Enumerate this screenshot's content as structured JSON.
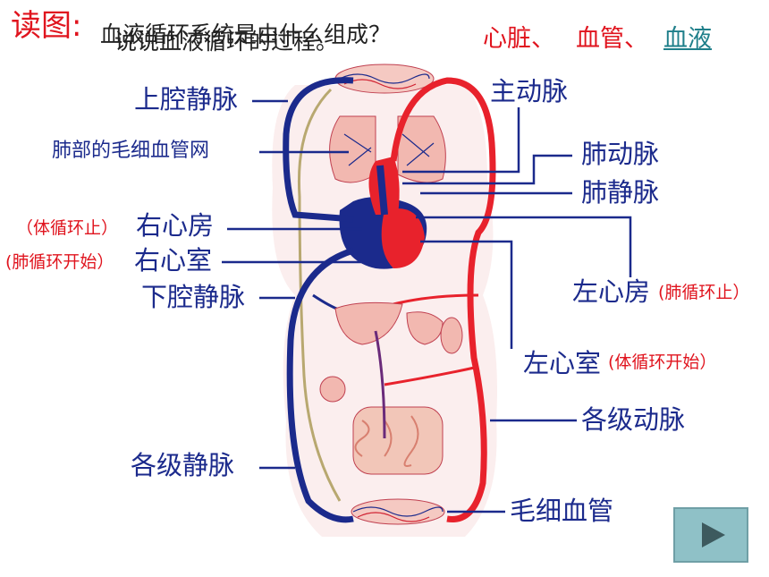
{
  "header": {
    "read_label": "读图:",
    "question_a": "血液循环系统是由什么组成？",
    "question_b": "说说血液循环的过程。",
    "answer_heart": "心脏、",
    "answer_vessel": "血管、",
    "answer_blood": "血液"
  },
  "labels": {
    "superior_vena_cava": "上腔静脉",
    "lung_capillaries": "肺部的毛细血管网",
    "right_atrium": "右心房",
    "right_atrium_note": "（体循环止）",
    "right_ventricle": "右心室",
    "right_ventricle_note": "(肺循环开始）",
    "inferior_vena_cava": "下腔静脉",
    "veins": "各级静脉",
    "aorta": "主动脉",
    "pulmonary_artery": "肺动脉",
    "pulmonary_vein": "肺静脉",
    "left_atrium": "左心房",
    "left_atrium_note": "(肺循环止）",
    "left_ventricle": "左心室",
    "left_ventricle_note": "(体循环开始）",
    "arteries": "各级动脉",
    "capillaries": "毛细血管"
  },
  "colors": {
    "artery": "#e8222c",
    "vein": "#1b2a8c",
    "lymph": "#b8a870",
    "organ": "#f2b8b0",
    "navy_text": "#1b2a8c",
    "red_text": "#e0141e"
  },
  "next_button": {
    "icon": "play-triangle-icon"
  }
}
